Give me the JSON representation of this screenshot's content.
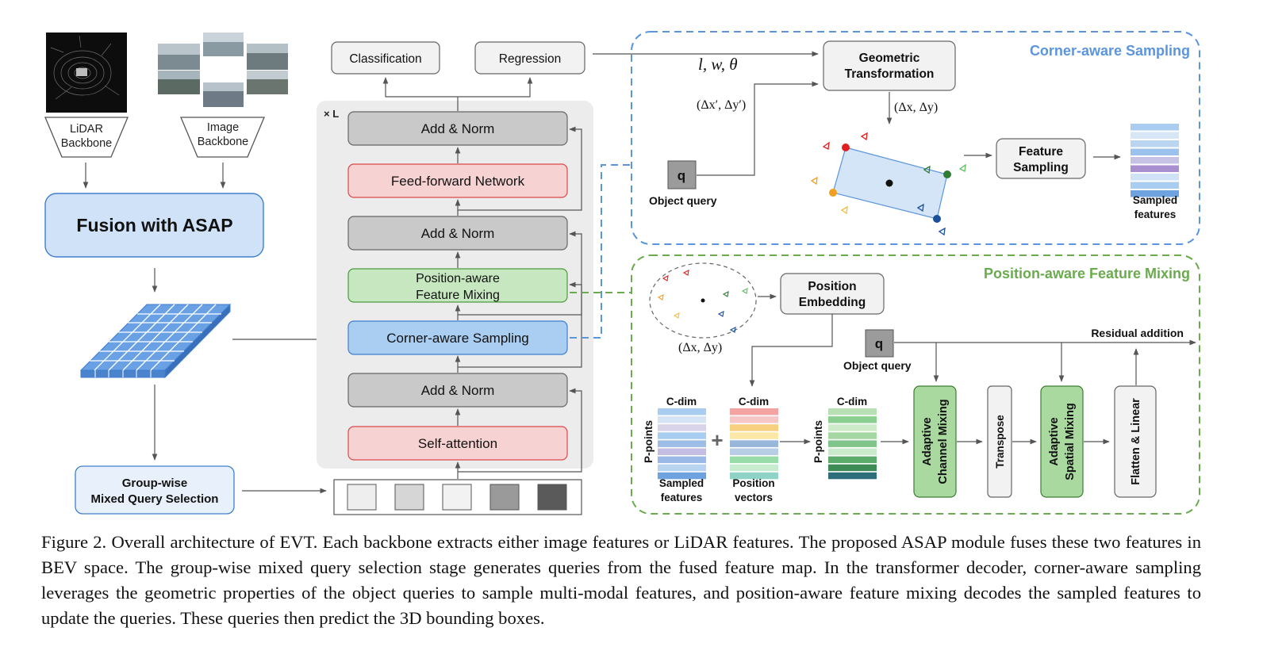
{
  "left": {
    "lidar_backbone": [
      "LiDAR",
      "Backbone"
    ],
    "image_backbone": [
      "Image",
      "Backbone"
    ],
    "fusion": "Fusion with ASAP",
    "query_selection": [
      "Group-wise",
      "Mixed Query Selection"
    ]
  },
  "decoder": {
    "repeat": "× L",
    "heads": {
      "classification": "Classification",
      "regression": "Regression"
    },
    "blocks": {
      "add_norm_top": "Add & Norm",
      "ffn": "Feed-forward Network",
      "add_norm_mid": "Add & Norm",
      "pafm": [
        "Position-aware",
        "Feature Mixing"
      ],
      "cas": "Corner-aware Sampling",
      "add_norm_bottom": "Add & Norm",
      "self_attention": "Self-attention"
    },
    "query_colors": [
      "#eeeeee",
      "#d6d6d6",
      "#f2f2f2",
      "#9a9a9a",
      "#5a5a5a"
    ]
  },
  "corner_panel": {
    "title": "Corner-aware Sampling",
    "geo_label": "l, w, θ",
    "geo_transform": [
      "Geometric",
      "Transformation"
    ],
    "offset_prime": "(Δx′, Δy′)",
    "offset": "(Δx, Δy)",
    "query_glyph": "q",
    "object_query": "Object query",
    "feature_sampling": [
      "Feature",
      "Sampling"
    ],
    "sampled_features": [
      "Sampled",
      "features"
    ],
    "stack_colors": [
      "#a9cdf0",
      "#d6e6f6",
      "#b9d5f0",
      "#9bc2ec",
      "#c6c2e6",
      "#a88fd0",
      "#cfe2f6",
      "#a9cdf0",
      "#6fa3e0"
    ]
  },
  "mixing_panel": {
    "title": "Position-aware Feature Mixing",
    "position_embedding": [
      "Position",
      "Embedding"
    ],
    "offset": "(Δx, Δy)",
    "query_glyph": "q",
    "object_query": "Object query",
    "residual": "Residual addition",
    "c_dim": "C-dim",
    "p_points": "P-points",
    "sampled_features": [
      "Sampled",
      "features"
    ],
    "position_vectors": [
      "Position",
      "vectors"
    ],
    "plus": "+",
    "adaptive_channel": [
      "Adaptive",
      "Channel Mixing"
    ],
    "transpose": "Transpose",
    "adaptive_spatial": [
      "Adaptive",
      "Spatial Mixing"
    ],
    "flatten": "Flatten & Linear",
    "sampled_colors": [
      "#a9cdf0",
      "#d4e4f5",
      "#d9d3ea",
      "#a9cdf0",
      "#9dbce6",
      "#c4bde4",
      "#9bb9e6",
      "#b7d3f0",
      "#6fa3e0"
    ],
    "position_colors": [
      "#f4a3a3",
      "#f6c6c6",
      "#f6d07e",
      "#fbe8a6",
      "#97b6da",
      "#b9cde6",
      "#98dca9",
      "#c8ecd0",
      "#8ed3c6"
    ],
    "mixed_colors": [
      "#b9e0b5",
      "#8bcf90",
      "#cdebc8",
      "#a5d7a3",
      "#7fc48a",
      "#c9ebcb",
      "#5bab6a",
      "#3d8b54",
      "#2e6e7a"
    ]
  },
  "caption": "Figure 2.  Overall architecture of EVT. Each backbone extracts either image features or LiDAR features.  The proposed ASAP module fuses these two features in BEV space. The group-wise mixed query selection stage generates queries from the fused feature map. In the transformer decoder, corner-aware sampling leverages the geometric properties of the object queries to sample multi-modal features, and position-aware feature mixing decodes the sampled features to update the queries. These queries then predict the 3D bounding boxes."
}
